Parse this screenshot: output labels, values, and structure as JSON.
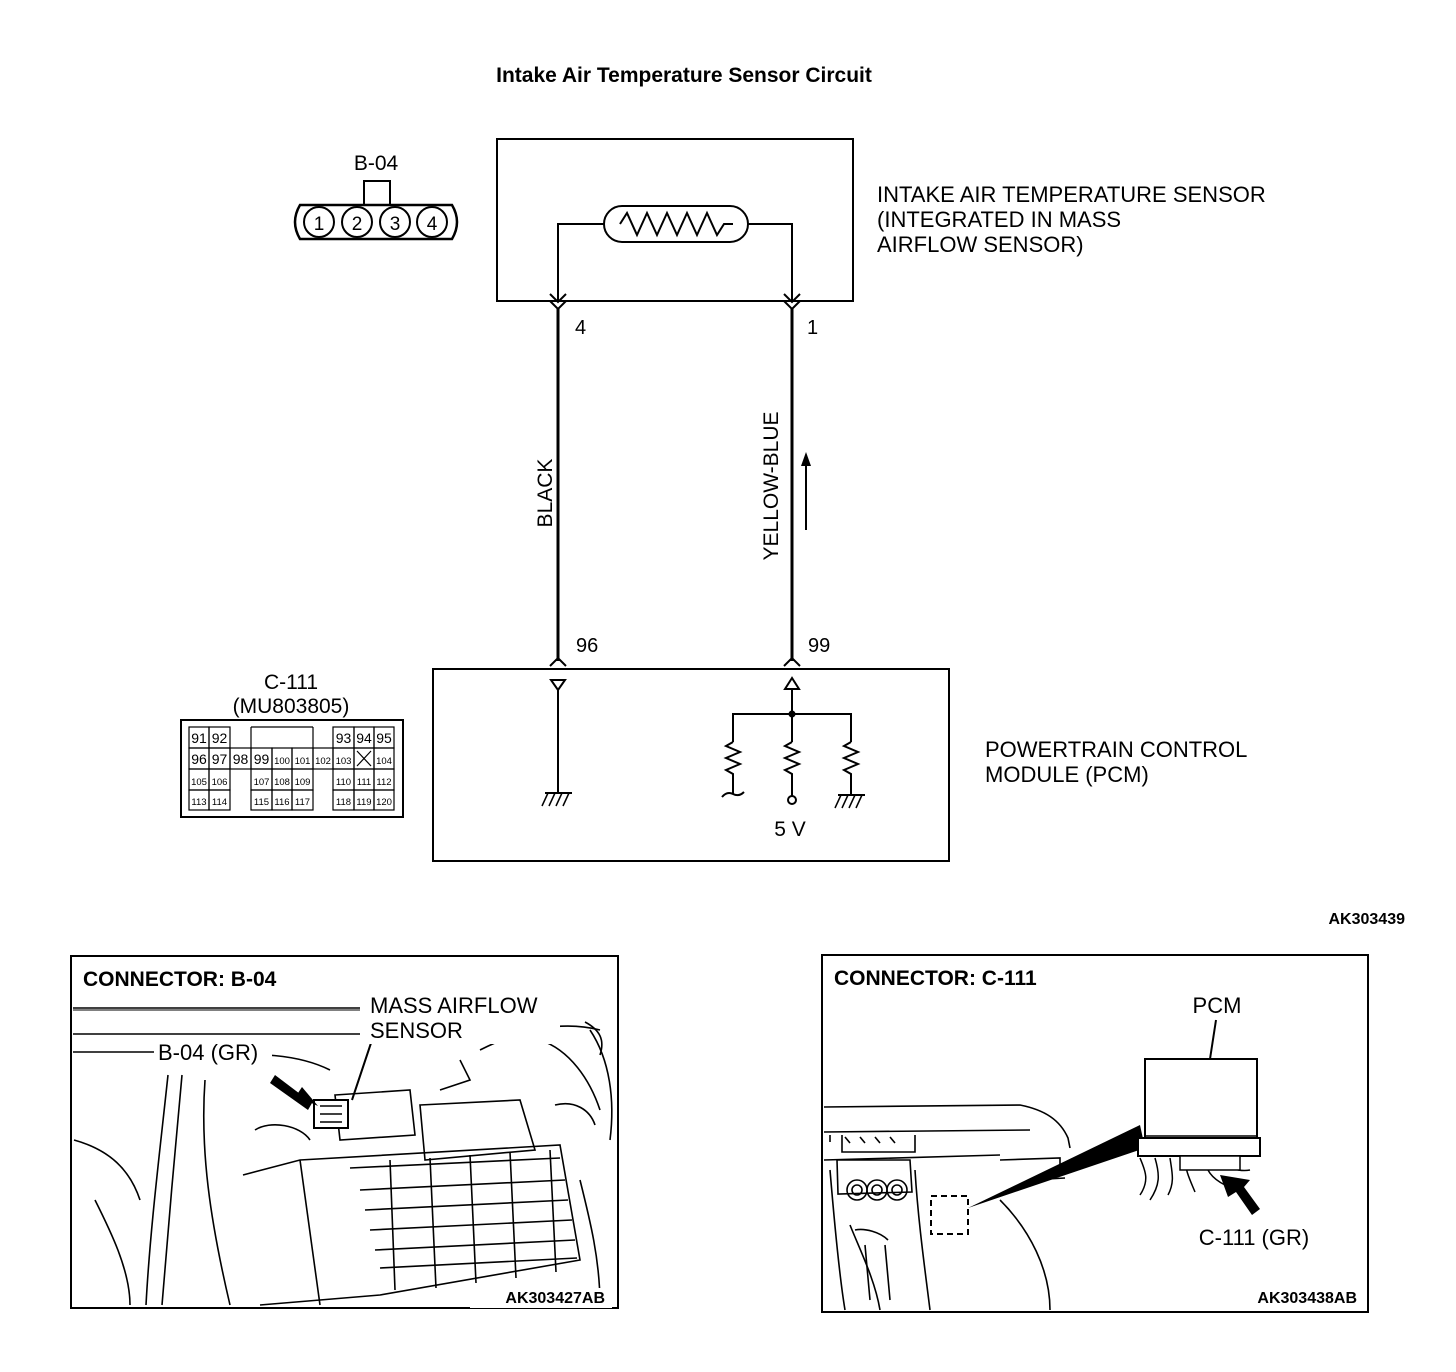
{
  "title": "Intake Air Temperature Sensor Circuit",
  "sensor": {
    "label_lines": [
      "INTAKE AIR TEMPERATURE SENSOR",
      "(INTEGRATED IN MASS",
      "AIRFLOW SENSOR)"
    ],
    "pin_left": "4",
    "pin_right": "1"
  },
  "connector_b04": {
    "name": "B-04",
    "pins": [
      "1",
      "2",
      "3",
      "4"
    ]
  },
  "wires": {
    "left_color": "BLACK",
    "right_color": "YELLOW-BLUE"
  },
  "pcm": {
    "label_lines": [
      "POWERTRAIN CONTROL",
      "MODULE (PCM)"
    ],
    "pin_left": "96",
    "pin_right": "99",
    "voltage": "5 V"
  },
  "connector_c111": {
    "name": "C-111",
    "part": "(MU803805)",
    "rows": [
      [
        "91",
        "92",
        "",
        "",
        "",
        "",
        "",
        "93",
        "94",
        "95"
      ],
      [
        "96",
        "97",
        "98",
        "99",
        "100",
        "101",
        "102",
        "103",
        "X",
        "104"
      ],
      [
        "105",
        "106",
        "",
        "107",
        "108",
        "109",
        "",
        "110",
        "111",
        "112"
      ],
      [
        "113",
        "114",
        "",
        "115",
        "116",
        "117",
        "",
        "118",
        "119",
        "120"
      ]
    ]
  },
  "figure_code": "AK303439",
  "panel_left": {
    "heading": "CONNECTOR: B-04",
    "callout_lines": [
      "MASS AIRFLOW",
      "SENSOR"
    ],
    "connector_label": "B-04 (GR)",
    "code": "AK303427AB"
  },
  "panel_right": {
    "heading": "CONNECTOR: C-111",
    "pcm_label": "PCM",
    "connector_label": "C-111 (GR)",
    "code": "AK303438AB"
  }
}
